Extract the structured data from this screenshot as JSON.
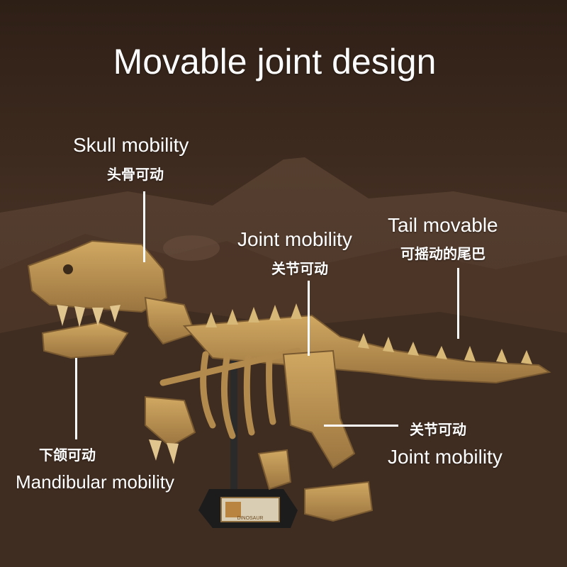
{
  "title": "Movable joint design",
  "callouts": {
    "skull": {
      "en": "Skull mobility",
      "zh": "头骨可动"
    },
    "joint_top": {
      "en": "Joint mobility",
      "zh": "关节可动"
    },
    "tail": {
      "en": "Tail movable",
      "zh": "可摇动的尾巴"
    },
    "joint_bottom": {
      "en": "Joint mobility",
      "zh": "关节可动"
    },
    "mandible": {
      "en": "Mandibular mobility",
      "zh": "下颌可动"
    }
  },
  "plaque": {
    "text": "DINOSAUR"
  },
  "colors": {
    "background": "#3d2a1f",
    "model_tan": "#b38a4d",
    "text": "#ffffff"
  }
}
